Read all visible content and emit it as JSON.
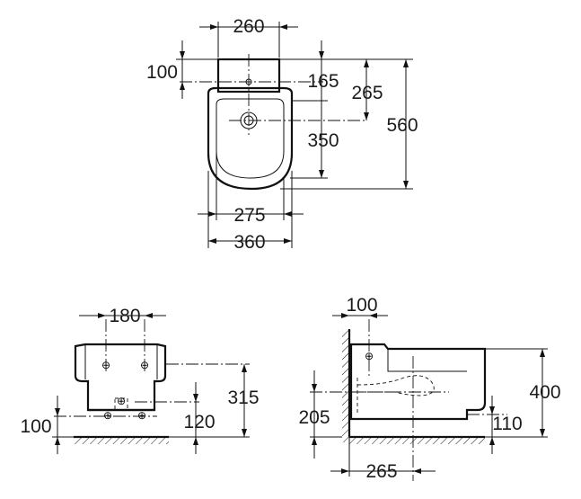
{
  "top_view": {
    "dims": {
      "width_top": "260",
      "offset_back": "100",
      "offset_165": "165",
      "offset_265": "265",
      "length_total": "560",
      "length_350": "350",
      "width_275": "275",
      "width_360": "360"
    }
  },
  "front_view": {
    "dims": {
      "spacing_180": "180",
      "height_315": "315",
      "height_100": "100",
      "height_120": "120"
    }
  },
  "side_view": {
    "dims": {
      "offset_100": "100",
      "height_400": "400",
      "height_205": "205",
      "height_110": "110",
      "length_265": "265"
    }
  }
}
